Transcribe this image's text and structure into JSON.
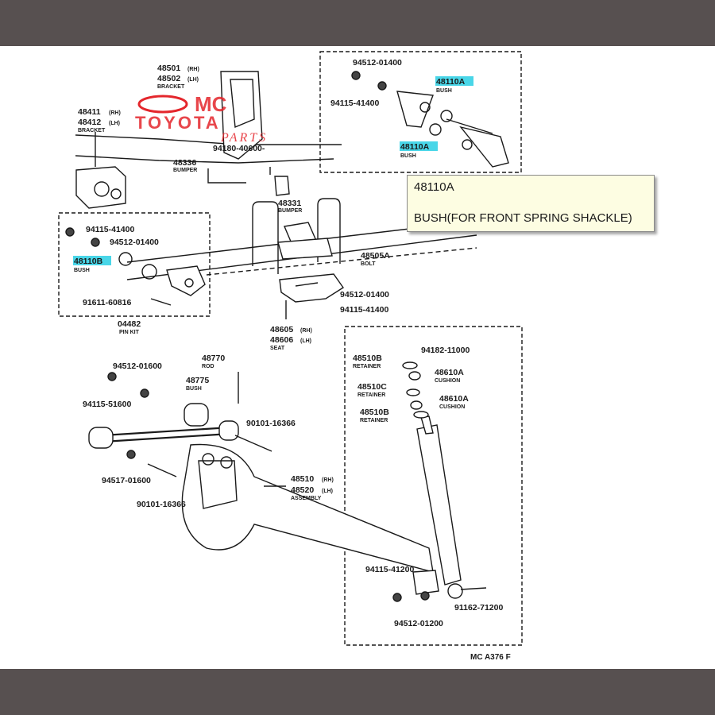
{
  "watermark": {
    "line1": "MC",
    "line2": "TOYOTA",
    "line3": "PARTS"
  },
  "labels": {
    "p48501": "48501",
    "p48501_side": "(RH)",
    "p48502": "48502",
    "p48502_side": "(LH)",
    "bracket_a": "BRACKET",
    "p48411": "48411",
    "p48411_side": "(RH)",
    "p48412": "48412",
    "p48412_side": "(LH)",
    "bracket_b": "BRACKET",
    "p48336": "48336",
    "bumper_a": "BUMPER",
    "p94180": "94180-40600-",
    "p48331": "48331",
    "bumper_b": "BUMPER",
    "p94512_tr": "94512-01400",
    "p94115_tr": "94115-41400",
    "p48110a_1": "48110A",
    "bush_1": "BUSH",
    "p48110a_2": "48110A",
    "bush_2": "BUSH",
    "p94115_l": "94115-41400",
    "p94512_l": "94512-01400",
    "p48110b": "48110B",
    "bush_3": "BUSH",
    "p91611": "91611-60816",
    "p04482": "04482",
    "pin_kit": "PIN KIT",
    "p48505a": "48505A",
    "bolt": "BOLT",
    "p94512_c": "94512-01400",
    "p94115_c": "94115-41400",
    "p48605": "48605",
    "p48605_side": "(RH)",
    "p48606": "48606",
    "p48606_side": "(LH)",
    "seat": "SEAT",
    "p94512_la": "94512-01600",
    "p94115_la": "94115-51600",
    "p48770": "48770",
    "rod": "ROD",
    "p48775": "48775",
    "bush_4": "BUSH",
    "p90101_a": "90101-16366",
    "p94517": "94517-01600",
    "p90101_b": "90101-16366",
    "p48510": "48510",
    "p48510_side": "(RH)",
    "p48520": "48520",
    "p48520_side": "(LH)",
    "assembly": "ASSEMBLY",
    "p48510b_ret": "48510B",
    "retainer_a": "RETAINER",
    "p94182": "94182-11000",
    "p48610a_1": "48610A",
    "cushion_1": "CUSHION",
    "p48510c": "48510C",
    "retainer_b": "RETAINER",
    "p48610a_2": "48610A",
    "cushion_2": "CUSHION",
    "p48510b": "48510B",
    "retainer_c": "RETAINER",
    "p94115_br": "94115-41200",
    "p91162": "91162-71200",
    "p94512_br": "94512-01200",
    "diagram_code": "MC A376 F"
  },
  "tooltip": {
    "part_number": "48110A",
    "description": "BUSH(FOR FRONT SPRING SHACKLE)"
  },
  "colors": {
    "highlight": "#49d6e8",
    "watermark": "#e4262c",
    "tooltip_bg": "#fdfde2",
    "frame": "#575050"
  }
}
